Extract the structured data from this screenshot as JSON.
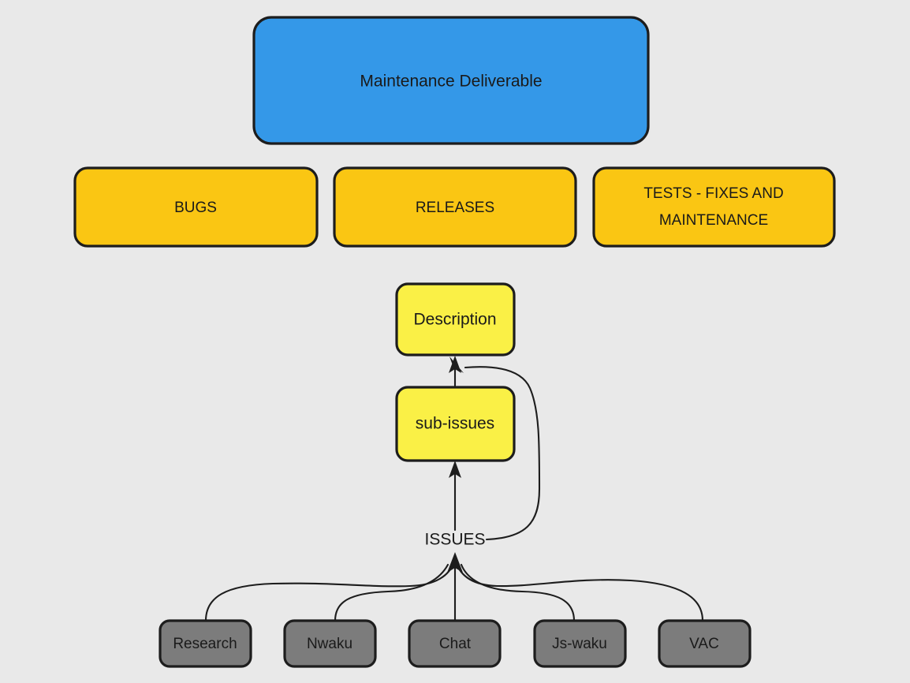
{
  "diagram": {
    "background_color": "#e9e9e9",
    "border_color": "#1d1d1d",
    "text_color": "#1a1a1a",
    "title_node": {
      "label": "Maintenance Deliverable",
      "color": "#3498e8",
      "font_size": 21
    },
    "category_nodes": [
      {
        "label": "BUGS",
        "color": "#fac613",
        "font_size": 19
      },
      {
        "label": "RELEASES",
        "color": "#fac613",
        "font_size": 19
      },
      {
        "label_line1": "TESTS - FIXES AND",
        "label_line2": "MAINTENANCE",
        "color": "#fac613",
        "font_size": 19
      }
    ],
    "detail_nodes": [
      {
        "label": "Description",
        "color": "#faf046",
        "font_size": 21
      },
      {
        "label": "sub-issues",
        "color": "#faf046",
        "font_size": 21
      }
    ],
    "edge_label": "ISSUES",
    "edge_label_font_size": 21,
    "source_nodes": [
      {
        "label": "Research",
        "color": "#7c7c7c",
        "font_size": 19
      },
      {
        "label": "Nwaku",
        "color": "#7c7c7c",
        "font_size": 19
      },
      {
        "label": "Chat",
        "color": "#7c7c7c",
        "font_size": 19
      },
      {
        "label": "Js-waku",
        "color": "#7c7c7c",
        "font_size": 19
      },
      {
        "label": "VAC",
        "color": "#7c7c7c",
        "font_size": 19
      }
    ]
  }
}
